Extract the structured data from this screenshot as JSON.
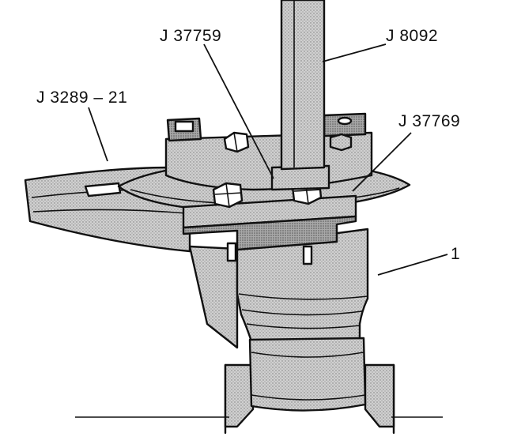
{
  "labels": {
    "j37759": "J 37759",
    "j8092": "J 8092",
    "j3289_21": "J 3289 – 21",
    "j37769": "J 37769",
    "part1": "1"
  },
  "colors": {
    "ink": "#111111",
    "shade": "#c8c8c8",
    "shade_dark": "#9a9a9a",
    "paper": "#ffffff"
  }
}
